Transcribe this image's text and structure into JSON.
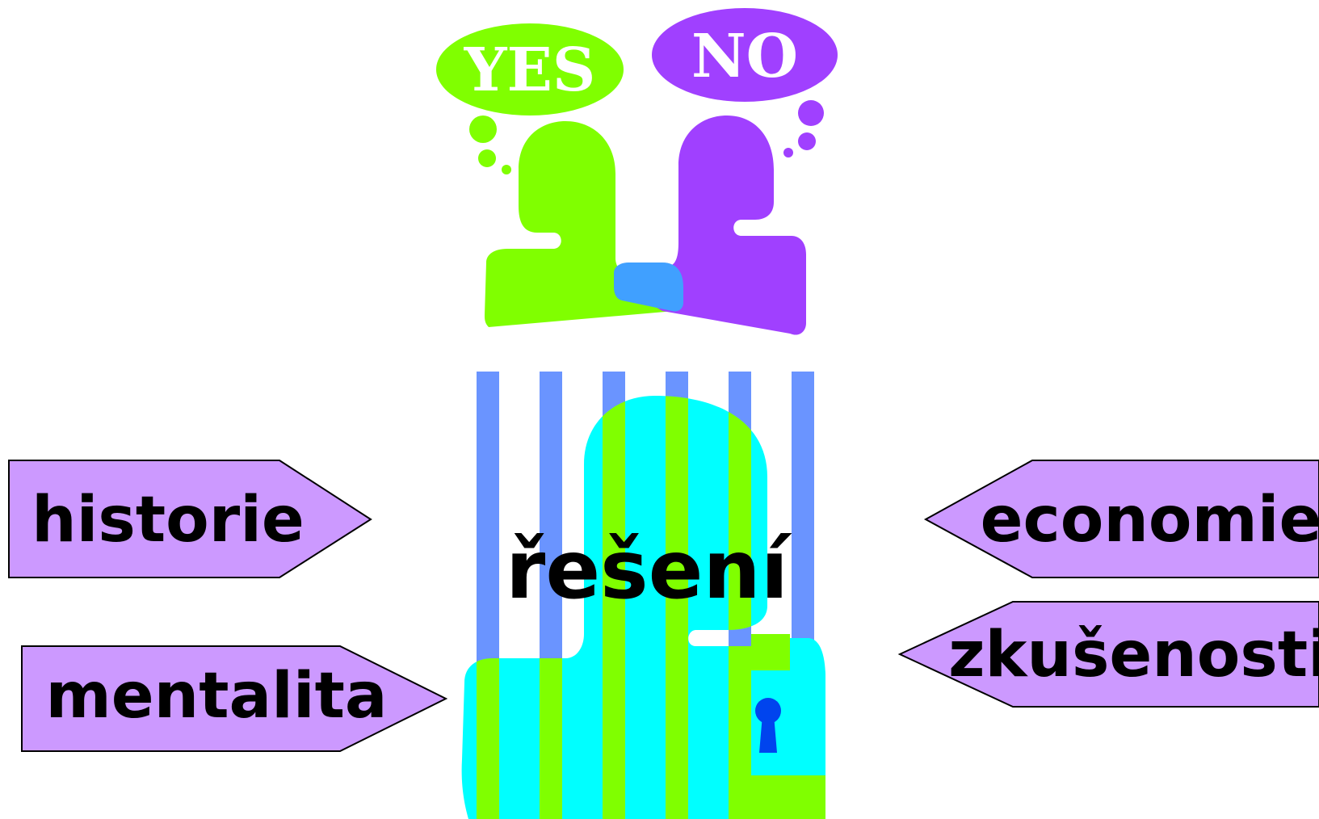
{
  "bubbles": {
    "yes": "YES",
    "no": "NO"
  },
  "center_word": "řešení",
  "left_arrows": {
    "top": "historie",
    "bottom": "mentalita"
  },
  "right_arrows": {
    "top": "economie",
    "bottom": "zkušenosti"
  },
  "colors": {
    "yes_green": "#80ff00",
    "no_purple": "#a040ff",
    "overlap_blue": "#40a0ff",
    "bar_blue": "#6a94ff",
    "lock_cyan": "#00ffff",
    "keyhole_blue": "#0044ee",
    "arrow_fill": "#cc99ff"
  }
}
